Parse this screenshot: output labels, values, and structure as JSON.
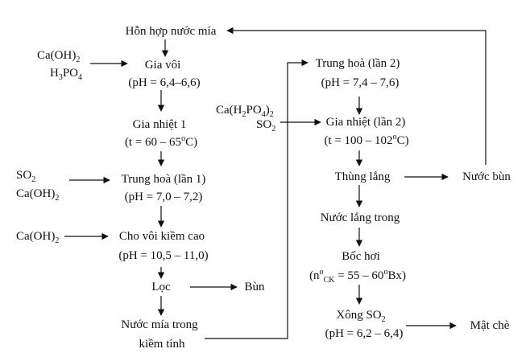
{
  "steps": {
    "juice_mix": "Hỗn hợp nước mía",
    "liming": {
      "name": "Gia vôi",
      "cond": "(pH = 6,4–6,6)"
    },
    "heating1": {
      "name": "Gia nhiệt 1",
      "cond_pre": "(t = 60 – 65",
      "cond_unit": "C)"
    },
    "neutral1": {
      "name": "Trung hoà (lần 1)",
      "cond": "(pH = 7,0 – 7,2)"
    },
    "high_lime": {
      "name": "Cho vôi kiềm cao",
      "cond": "(pH = 10,5 – 11,0)"
    },
    "filter": "Lọc",
    "mud1": "Bùn",
    "alk_juice": {
      "line1": "Nước mía trong",
      "line2": "kiềm tính"
    },
    "neutral2": {
      "name": "Trung hoà (lần 2)",
      "cond": "(pH = 7,4 – 7,6)"
    },
    "heating2": {
      "name": "Gia nhiệt (lần 2)",
      "cond_pre": "(t = 100 – 102",
      "cond_unit": "C)"
    },
    "settler": "Thùng lắng",
    "mud2": "Nước bùn",
    "clear_juice": "Nước lắng trong",
    "evaporation": {
      "name": "Bốc hơi",
      "cond_pre": "(n",
      "cond_sub": "CK",
      "cond_mid": " = 55 – 60",
      "cond_unit": "Bx)"
    },
    "sulfitation": {
      "name_pre": "Xông SO",
      "name_sub": "2",
      "cond": "(pH = 6,2 – 6,4)"
    },
    "syrup": "Mật chè"
  },
  "inputs": {
    "caoh2_a": {
      "pre": "Ca(OH)",
      "sub": "2"
    },
    "h3po4": {
      "p1": "H",
      "s1": "3",
      "p2": "PO",
      "s2": "4"
    },
    "so2_a": {
      "pre": "SO",
      "sub": "2"
    },
    "caoh2_b": {
      "pre": "Ca(OH)",
      "sub": "2"
    },
    "caoh2_c": {
      "pre": "Ca(OH)",
      "sub": "2"
    },
    "cah2po4": {
      "p1": "Ca(H",
      "s1": "2",
      "p2": "PO",
      "s2": "4",
      "p3": ")",
      "s3": "2"
    },
    "so2_b": {
      "pre": "SO",
      "sub": "2"
    }
  },
  "symbols": {
    "degree": "o"
  },
  "colors": {
    "ink": "#111111",
    "background": "#ffffff"
  }
}
